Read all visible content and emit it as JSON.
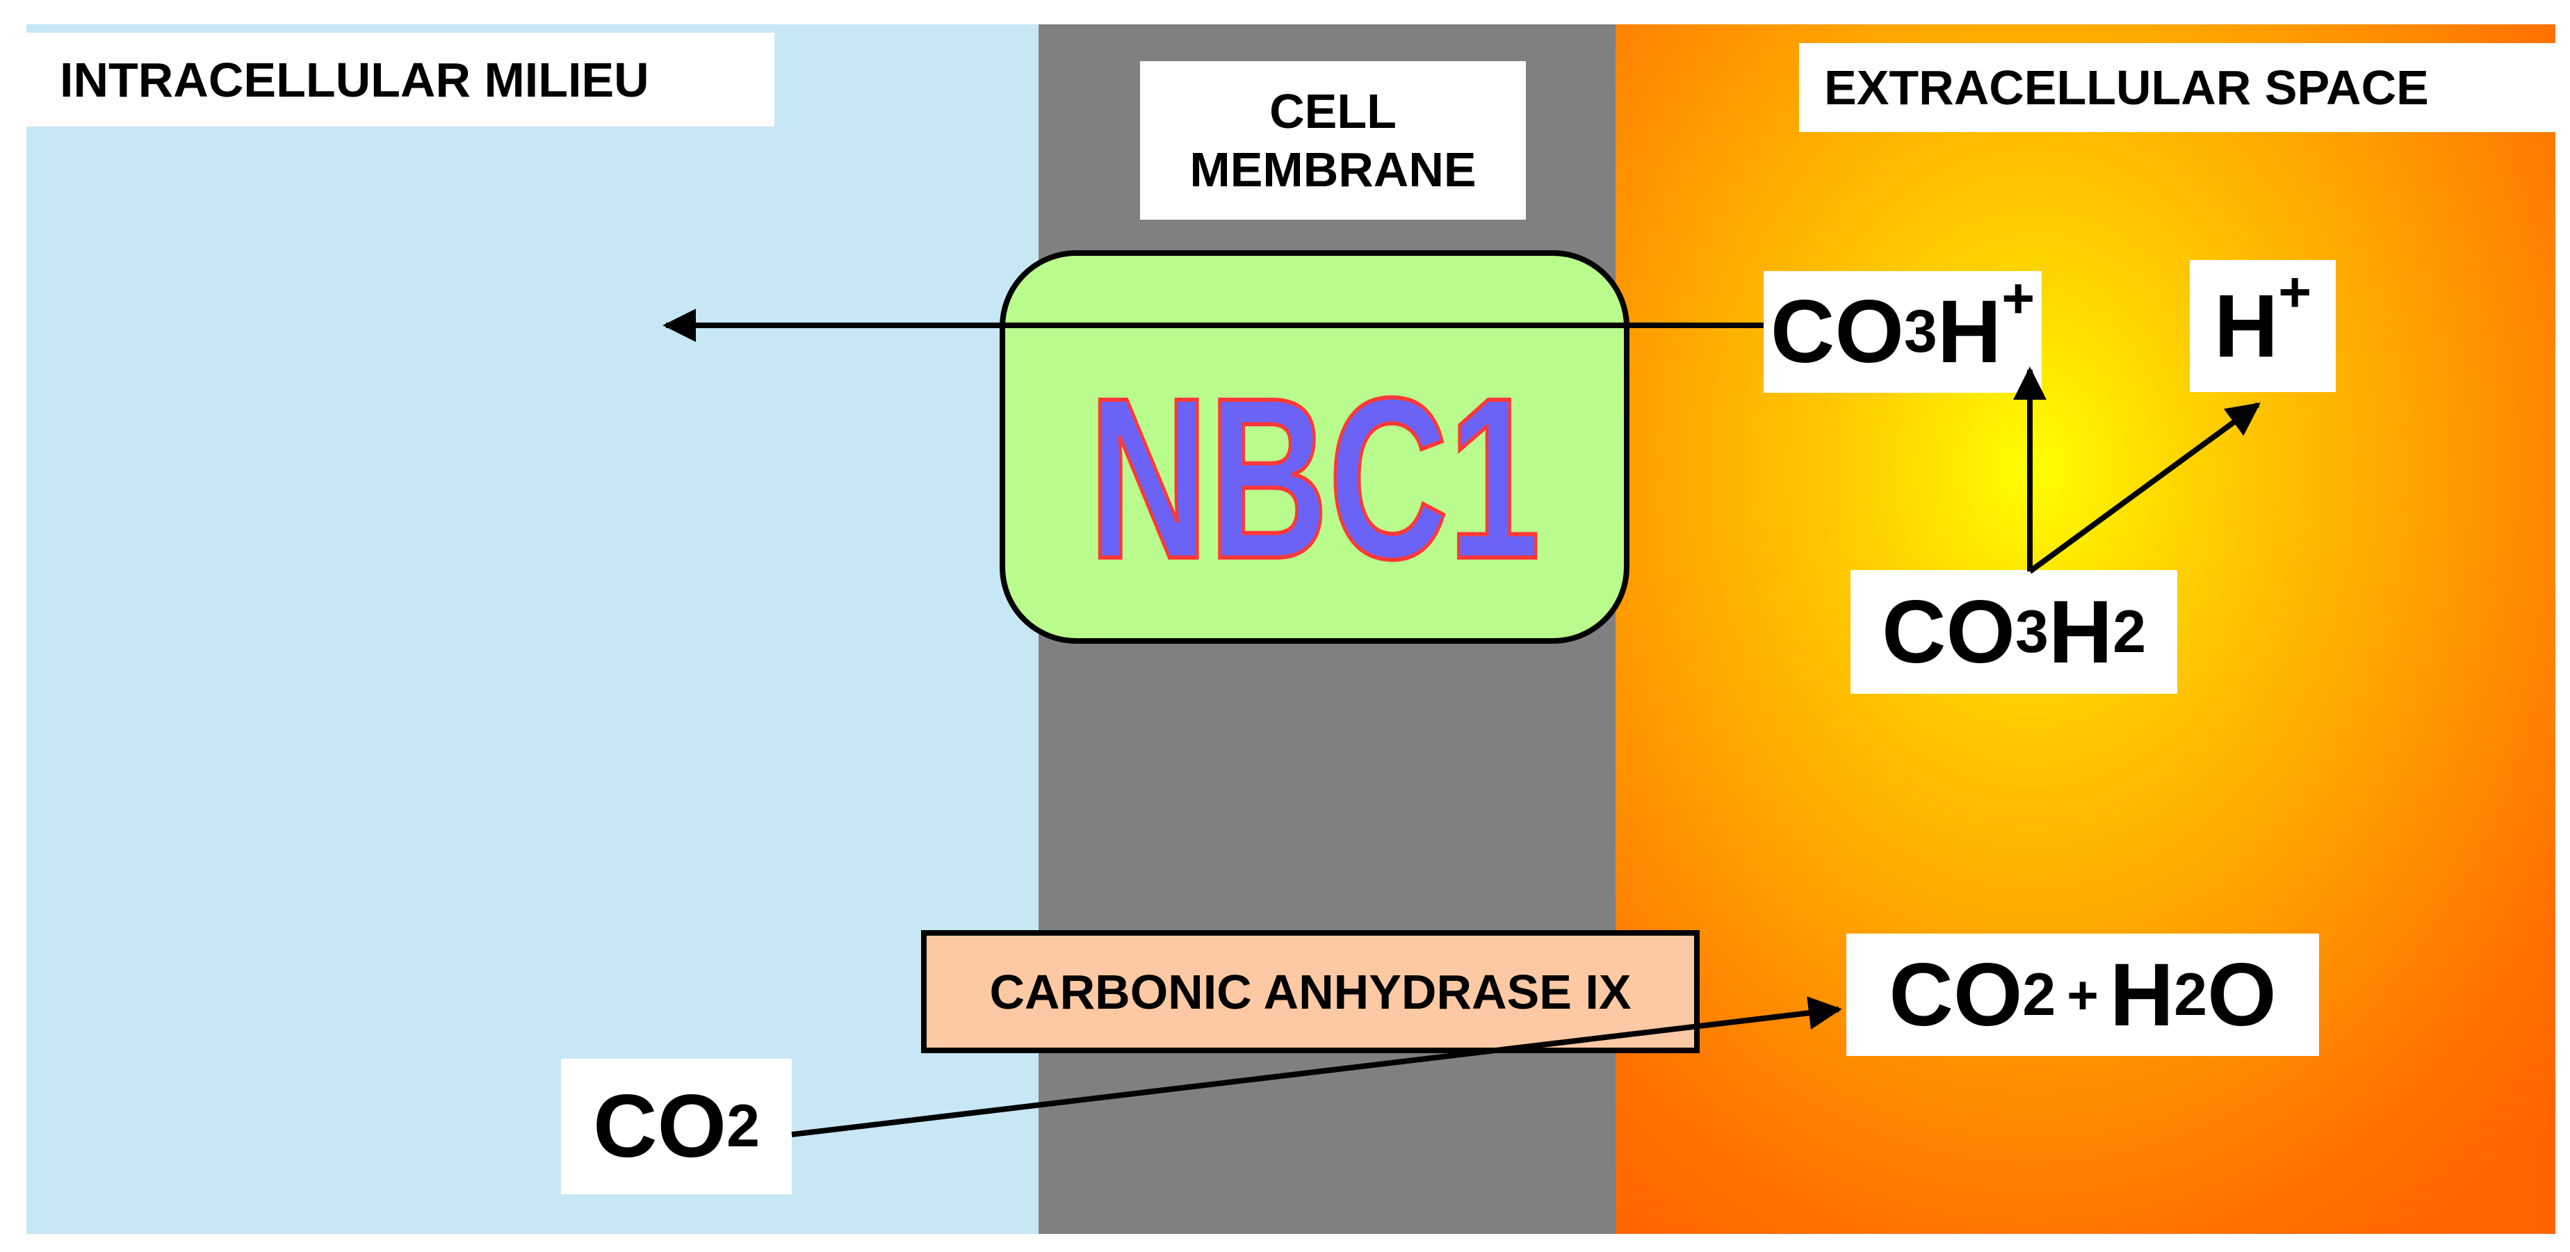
{
  "regions": {
    "intracellular": "INTRACELLULAR MILIEU",
    "membrane_line1": "CELL",
    "membrane_line2": "MEMBRANE",
    "extracellular": "EXTRACELLULAR SPACE"
  },
  "transporter": {
    "name": "NBC1"
  },
  "enzyme": {
    "name": "CARBONIC ANHYDRASE IX"
  },
  "species": {
    "co3h": {
      "base": "CO",
      "sub": "3",
      "main": "H",
      "sup": "+"
    },
    "hplus": {
      "main": "H",
      "sup": "+"
    },
    "co3h2": {
      "base": "CO",
      "sub": "3",
      "main": "H",
      "sub2": "2"
    },
    "co2h2o": {
      "base": "CO",
      "sub": "2",
      "plus": "+",
      "main": "H",
      "sub2": "2",
      "tail": "O"
    },
    "co2": {
      "base": "CO",
      "sub": "2"
    }
  },
  "colors": {
    "intracellular": "#c7e7f5",
    "membrane": "#808080",
    "extracellular_center": "#ffff00",
    "extracellular_edge": "#ff6400",
    "transporter_fill": "#b9fb8c",
    "transporter_text_fill": "#6a63f5",
    "transporter_text_stroke": "#ff3838",
    "enzyme_fill": "#fcc9a4"
  }
}
